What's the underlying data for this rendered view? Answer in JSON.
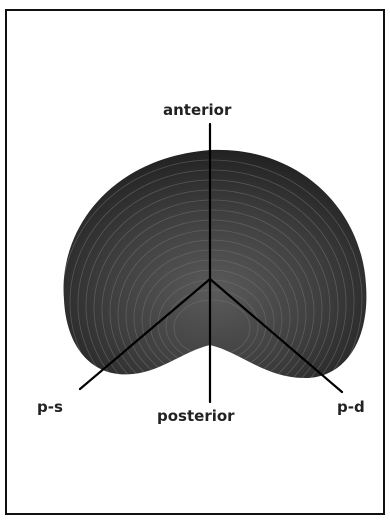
{
  "labels": {
    "anterior": "anterior",
    "p_s": "p-s",
    "posterior": "posterior",
    "p_d": "p-d"
  },
  "colors": {
    "background": "#ffffff",
    "frame": "#111111",
    "shell_dark": "#262626",
    "shell_mid": "#4a4a4a",
    "axis_lines": "#000000",
    "label_text": "#222222"
  }
}
